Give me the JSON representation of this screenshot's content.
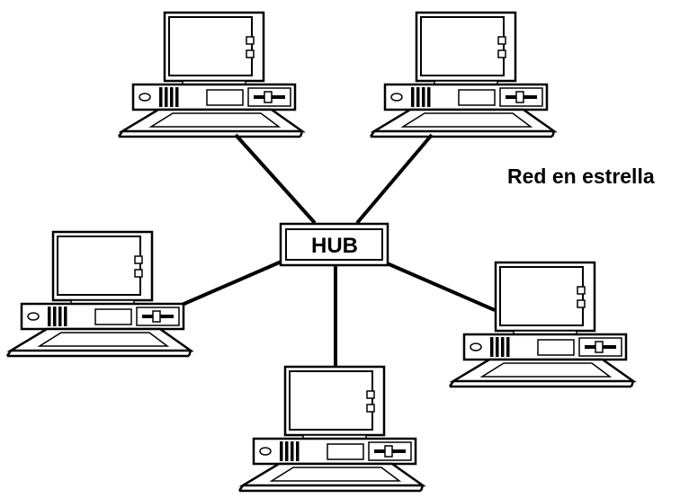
{
  "diagram": {
    "title": "Red en estrella",
    "hub_label": "HUB",
    "nodes": [
      {
        "id": "computer-top-left",
        "icon": "desktop-computer-icon"
      },
      {
        "id": "computer-top-right",
        "icon": "desktop-computer-icon"
      },
      {
        "id": "computer-left",
        "icon": "desktop-computer-icon"
      },
      {
        "id": "computer-right",
        "icon": "desktop-computer-icon"
      },
      {
        "id": "computer-bottom",
        "icon": "desktop-computer-icon"
      }
    ],
    "edges": [
      {
        "from": "hub",
        "to": "computer-top-left"
      },
      {
        "from": "hub",
        "to": "computer-top-right"
      },
      {
        "from": "hub",
        "to": "computer-left"
      },
      {
        "from": "hub",
        "to": "computer-right"
      },
      {
        "from": "hub",
        "to": "computer-bottom"
      }
    ]
  },
  "colors": {
    "line": "#000000",
    "fill": "#ffffff",
    "background": "#ffffff"
  }
}
